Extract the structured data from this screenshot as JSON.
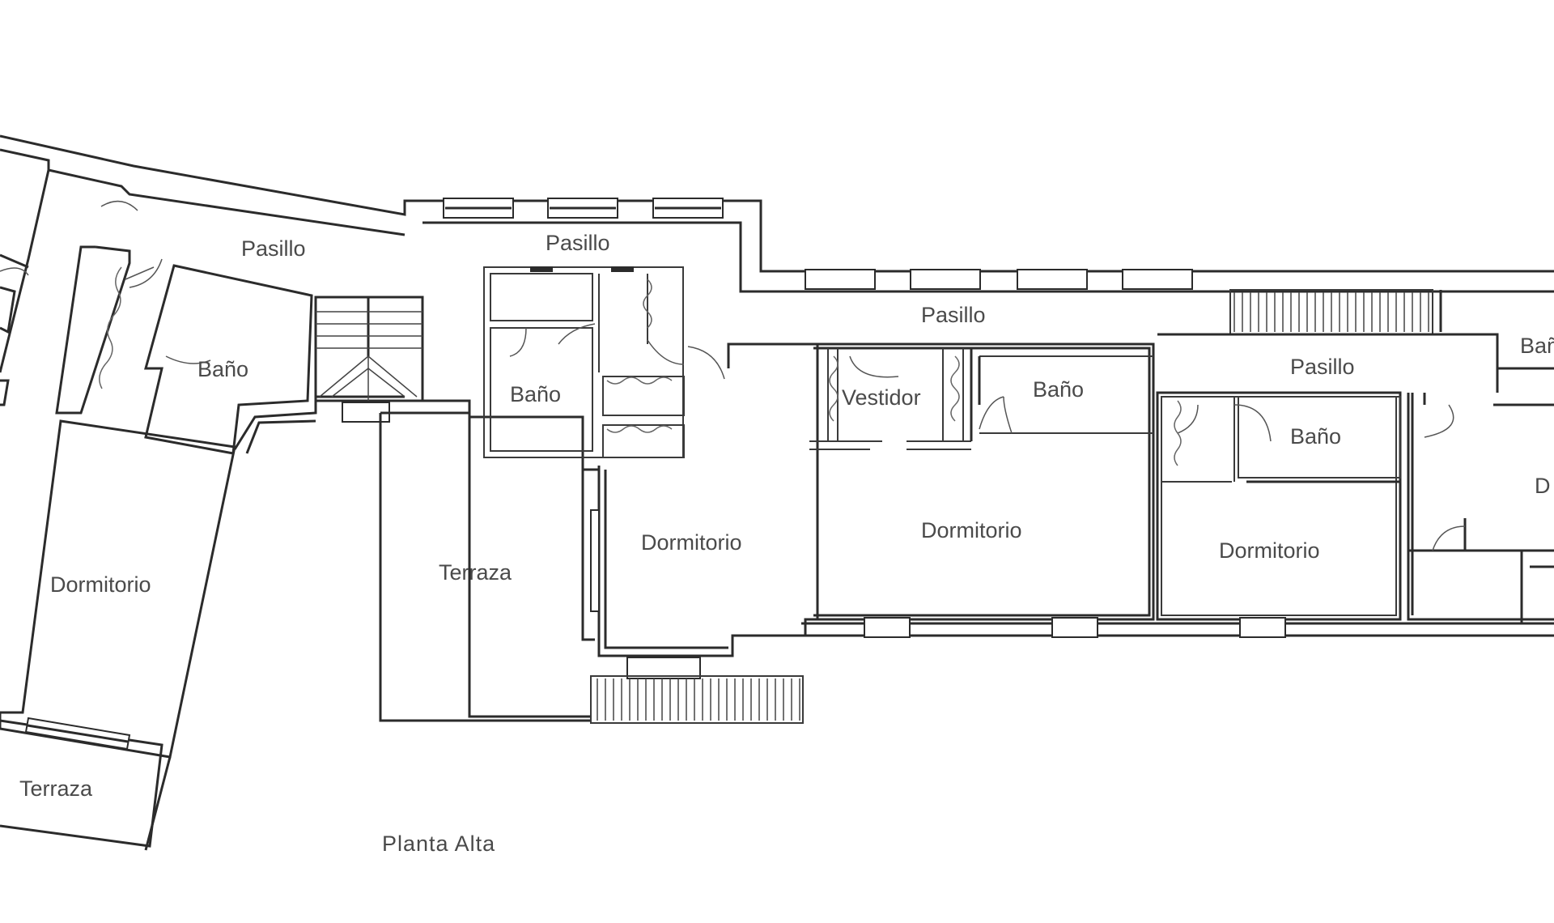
{
  "plan": {
    "caption": "Planta  Alta",
    "rooms": {
      "pasillo_1": "Pasillo",
      "pasillo_2": "Pasillo",
      "pasillo_3": "Pasillo",
      "pasillo_4": "Pasillo",
      "bano_1": "Baño",
      "bano_2": "Baño",
      "bano_3": "Baño",
      "bano_4": "Baño",
      "bano_5": "Bañ",
      "dormitorio_1": "Dormitorio",
      "dormitorio_2": "Dormitorio",
      "dormitorio_3": "Dormitorio",
      "dormitorio_4": "Dormitorio",
      "dormitorio_5": "D",
      "terraza_1": "Terraza",
      "terraza_2": "Terraza",
      "vestidor": "Vestidor"
    }
  }
}
